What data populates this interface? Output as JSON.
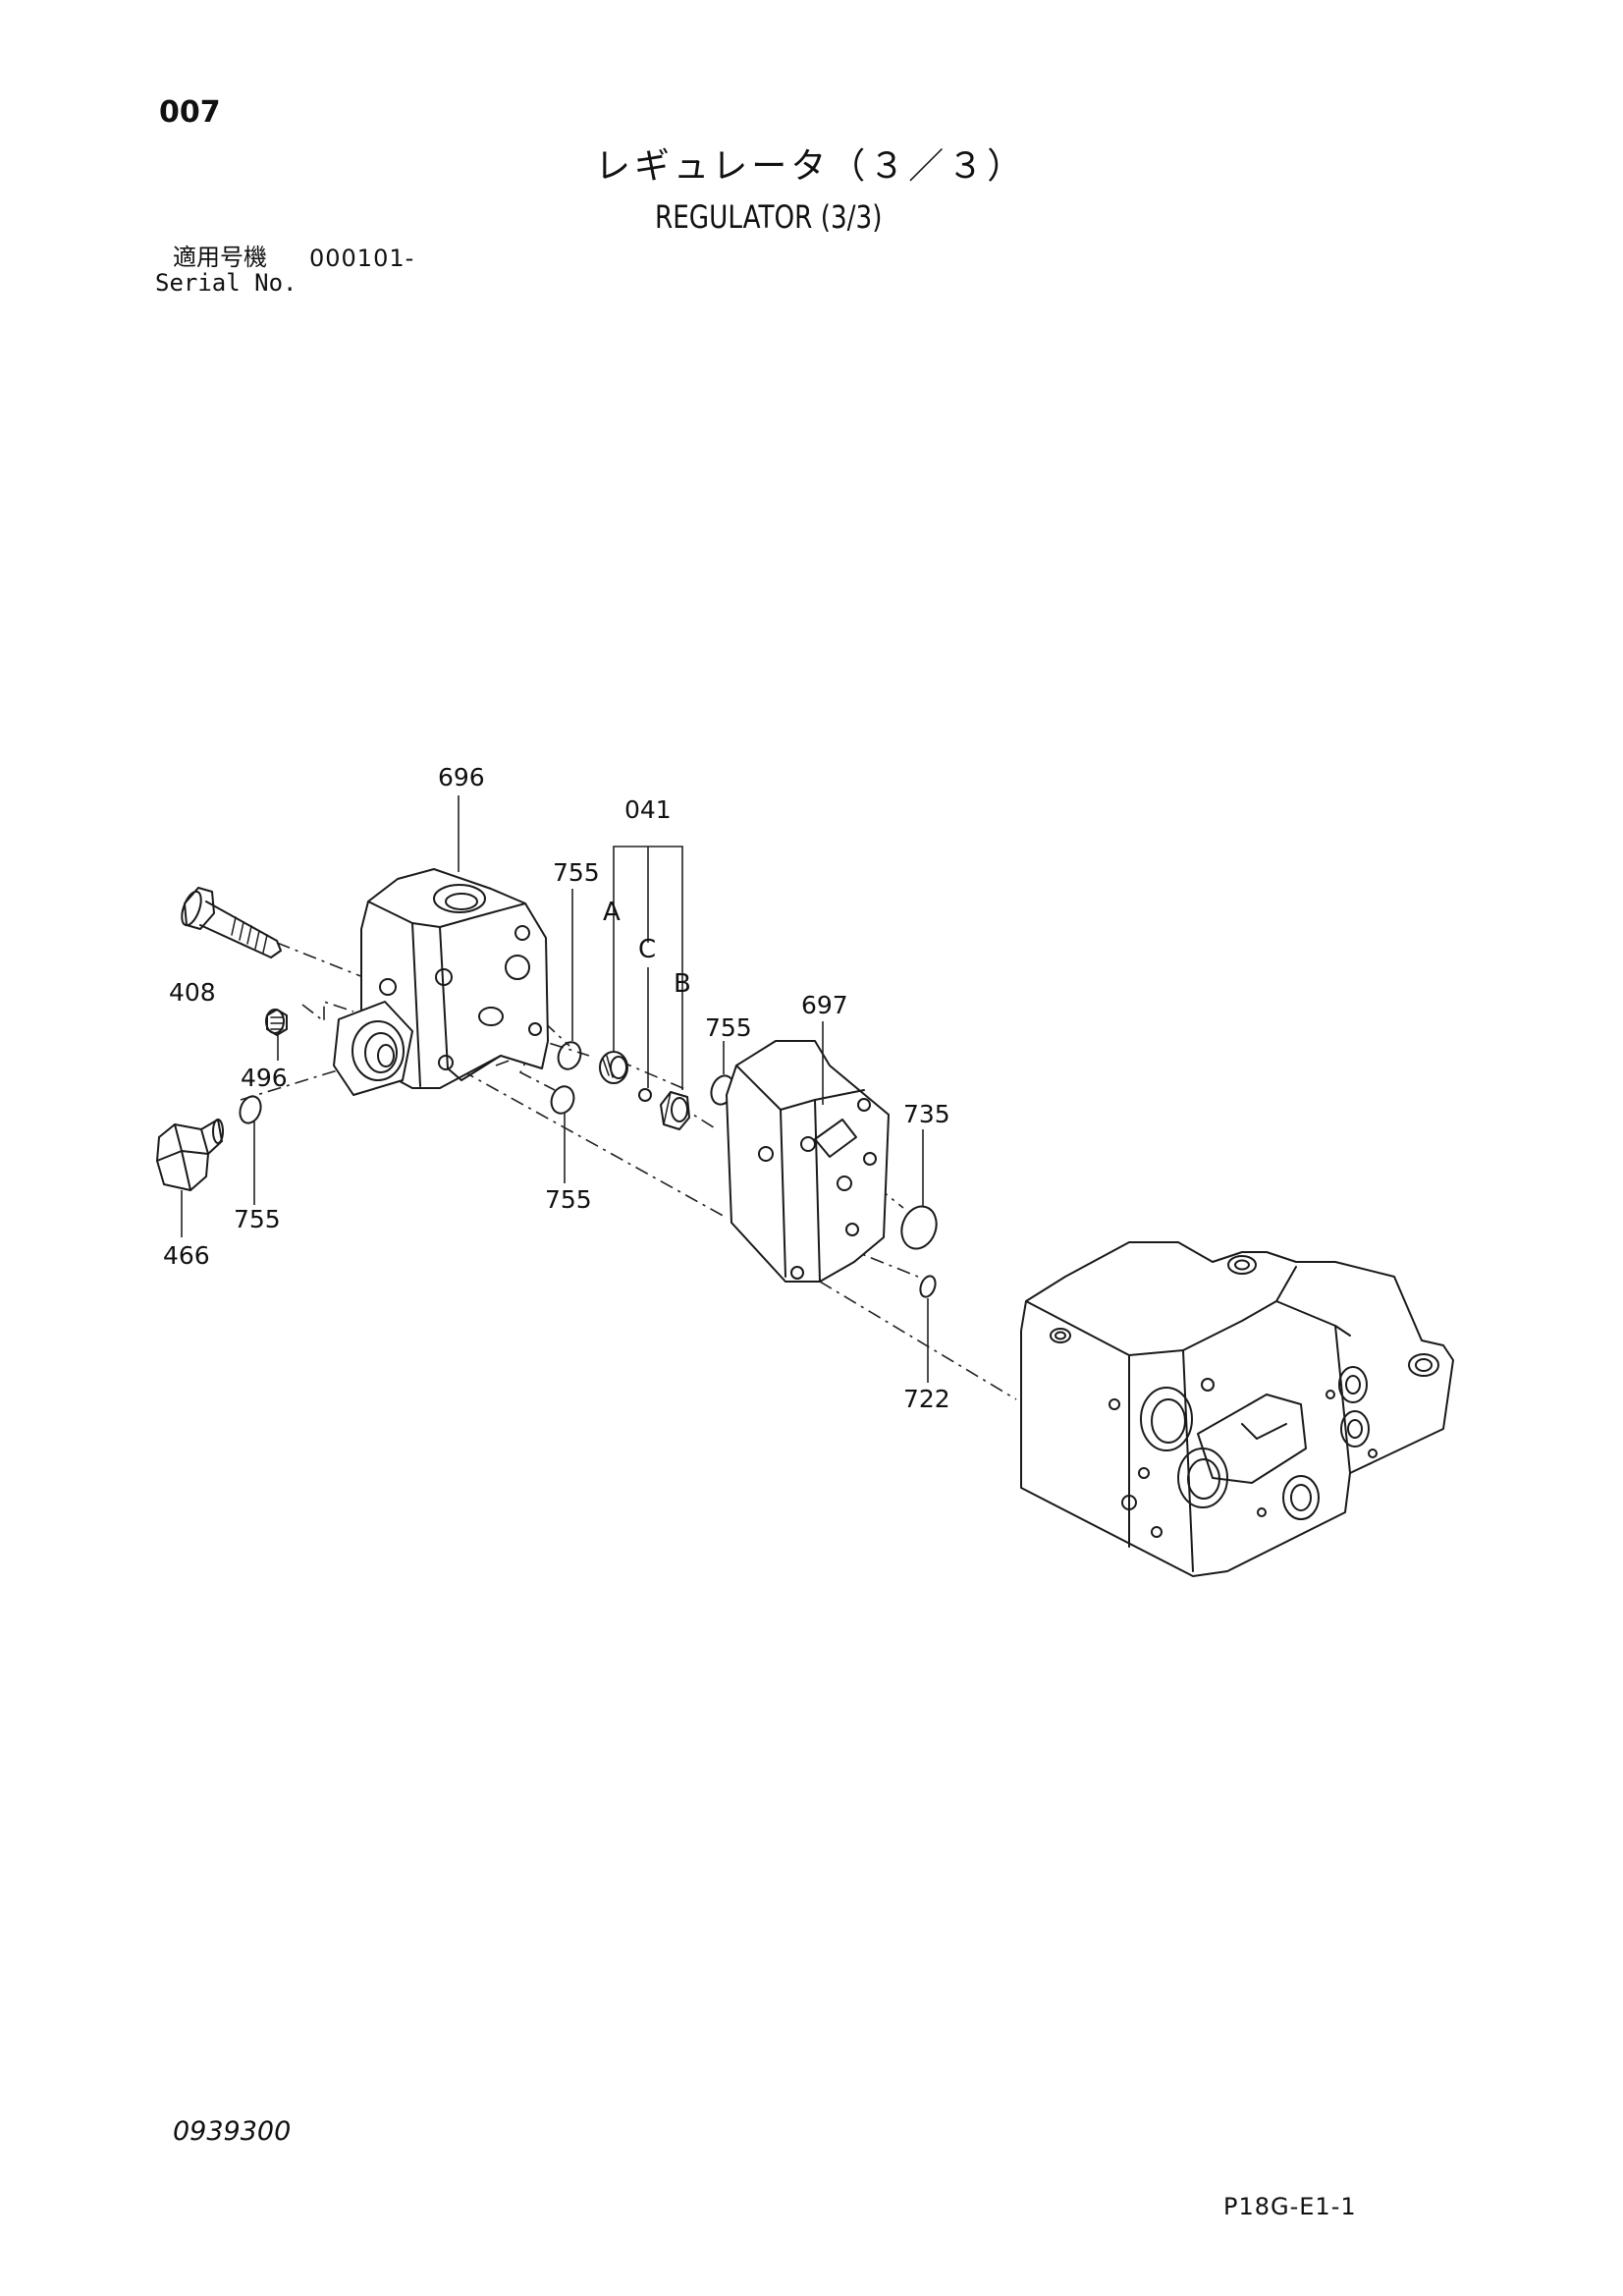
{
  "header": {
    "page_code": "007",
    "title_jp": "レギュレータ（３／３）",
    "title_en": "REGULATOR (3/3)",
    "serial_label_jp": "適用号機",
    "serial_value": "000101-",
    "serial_label_en": "Serial No."
  },
  "callouts": {
    "c696": "696",
    "c041": "041",
    "c755_top": "755",
    "letter_a": "A",
    "letter_c": "C",
    "letter_b": "B",
    "c755_right": "755",
    "c697": "697",
    "c408": "408",
    "c496": "496",
    "c755_left": "755",
    "c466": "466",
    "c755_mid": "755",
    "c735": "735",
    "c722": "722"
  },
  "footer": {
    "doc_number": "0939300",
    "page_ref": "P18G-E1-1"
  }
}
